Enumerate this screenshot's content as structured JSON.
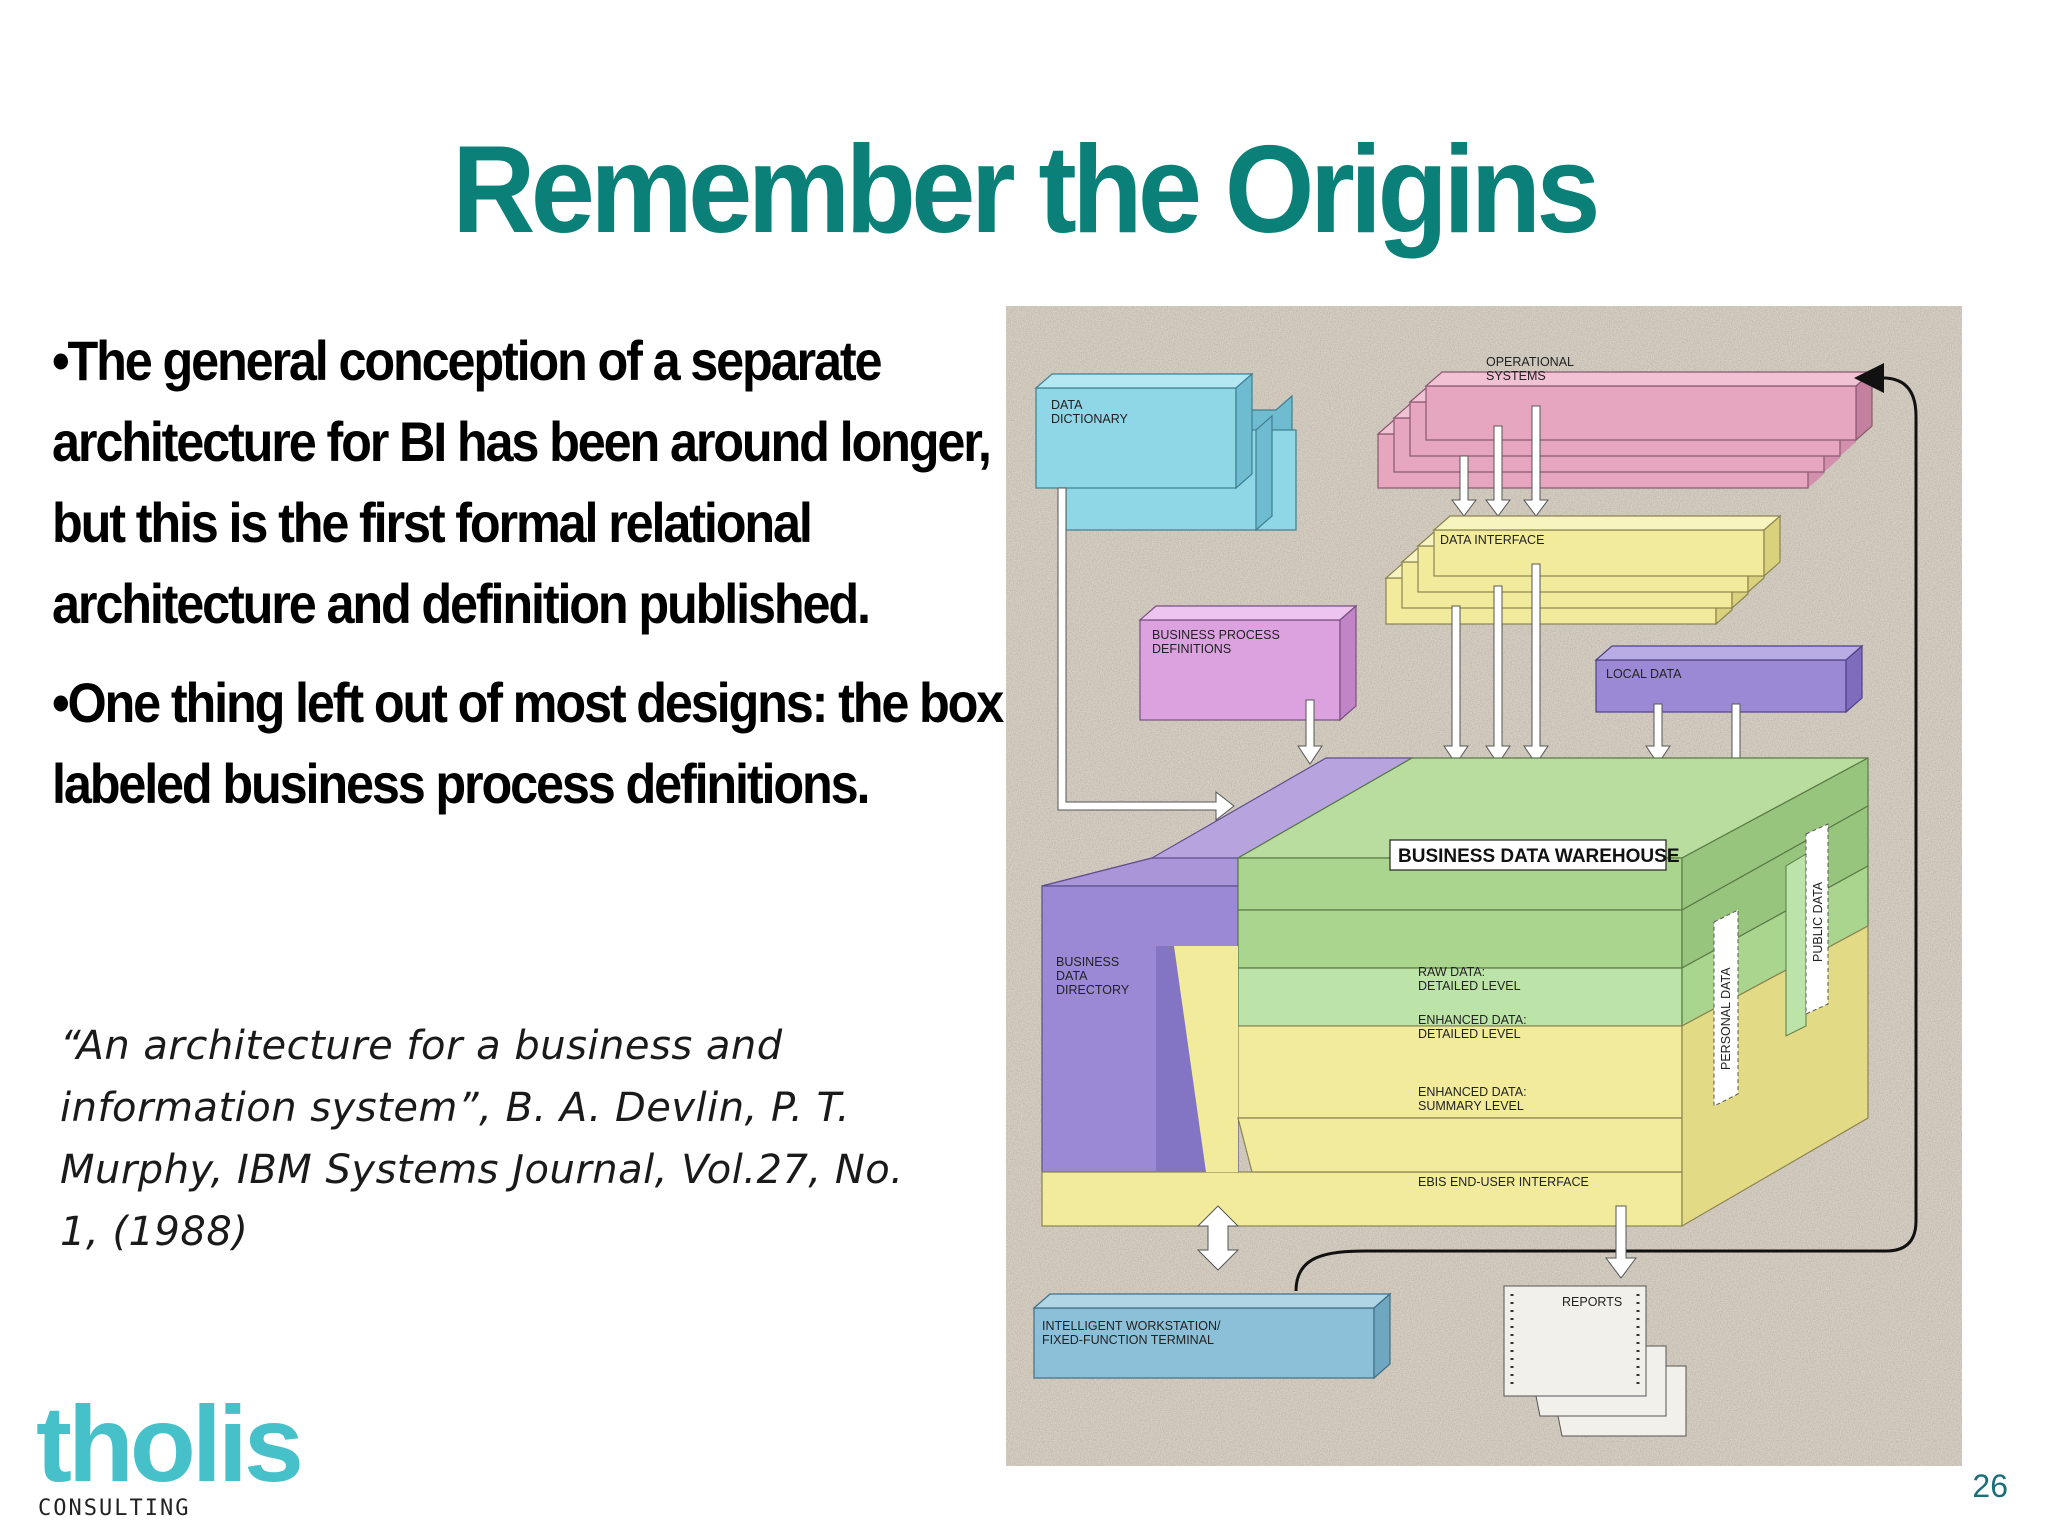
{
  "slide": {
    "title": "Remember the Origins",
    "bullets": [
      "•The general conception of a separate architecture for BI has been around longer, but this is the first formal relational architecture and definition published.",
      "•One thing left out of most designs: the box labeled business process definitions."
    ],
    "citation": "“An architecture for a business and information system”, B. A. Devlin, P. T. Murphy, IBM Systems Journal, Vol.27, No. 1, (1988)",
    "page_number": "26"
  },
  "logo": {
    "word": "tholis",
    "sub": "CONSULTING",
    "color": "#46c1c9"
  },
  "diagram": {
    "boxes": {
      "operational_systems": [
        "OPERATIONAL",
        "SYSTEMS"
      ],
      "data_dictionary": [
        "DATA",
        "DICTIONARY"
      ],
      "data_interface": "DATA INTERFACE",
      "business_process_definitions": [
        "BUSINESS PROCESS",
        "DEFINITIONS"
      ],
      "local_data": "LOCAL DATA",
      "business_data_warehouse": "BUSINESS DATA WAREHOUSE",
      "business_data_directory": [
        "BUSINESS",
        "DATA",
        "DIRECTORY"
      ],
      "raw_data": [
        "RAW DATA:",
        "DETAILED LEVEL"
      ],
      "enhanced_detailed": [
        "ENHANCED DATA:",
        "DETAILED LEVEL"
      ],
      "enhanced_summary": [
        "ENHANCED DATA:",
        "SUMMARY LEVEL"
      ],
      "ebis_interface": "EBIS END-USER INTERFACE",
      "personal_data": "PERSONAL DATA",
      "public_data": "PUBLIC DATA",
      "workstation": [
        "INTELLIGENT WORKSTATION/",
        "FIXED-FUNCTION TERMINAL"
      ],
      "reports": "REPORTS"
    },
    "colors": {
      "background": "#d7cfc2",
      "pink": "#e6a6bf",
      "cyan": "#8fd6e6",
      "yellow": "#f2eb9c",
      "violet": "#dca2e0",
      "purple": "#9c89d6",
      "green": "#a9d58e",
      "blue": "#8cc0d8",
      "paper": "#f2f0ea"
    }
  }
}
